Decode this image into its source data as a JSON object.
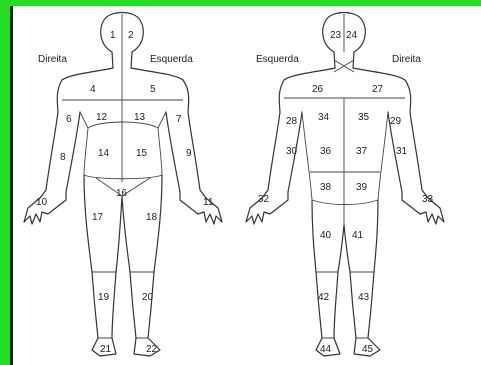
{
  "frame": {
    "accent": "#22dd22"
  },
  "front": {
    "right_label": "Direita",
    "left_label": "Esquerda",
    "regions": [
      "1",
      "2",
      "4",
      "5",
      "6",
      "12",
      "13",
      "7",
      "8",
      "14",
      "15",
      "9",
      "10",
      "16",
      "11",
      "17",
      "18",
      "19",
      "20",
      "21",
      "22"
    ]
  },
  "back": {
    "left_label": "Esquerda",
    "right_label": "Direita",
    "regions": [
      "23",
      "24",
      "26",
      "27",
      "28",
      "34",
      "35",
      "29",
      "30",
      "36",
      "37",
      "31",
      "32",
      "38",
      "39",
      "33",
      "40",
      "41",
      "42",
      "43",
      "44",
      "45"
    ]
  }
}
